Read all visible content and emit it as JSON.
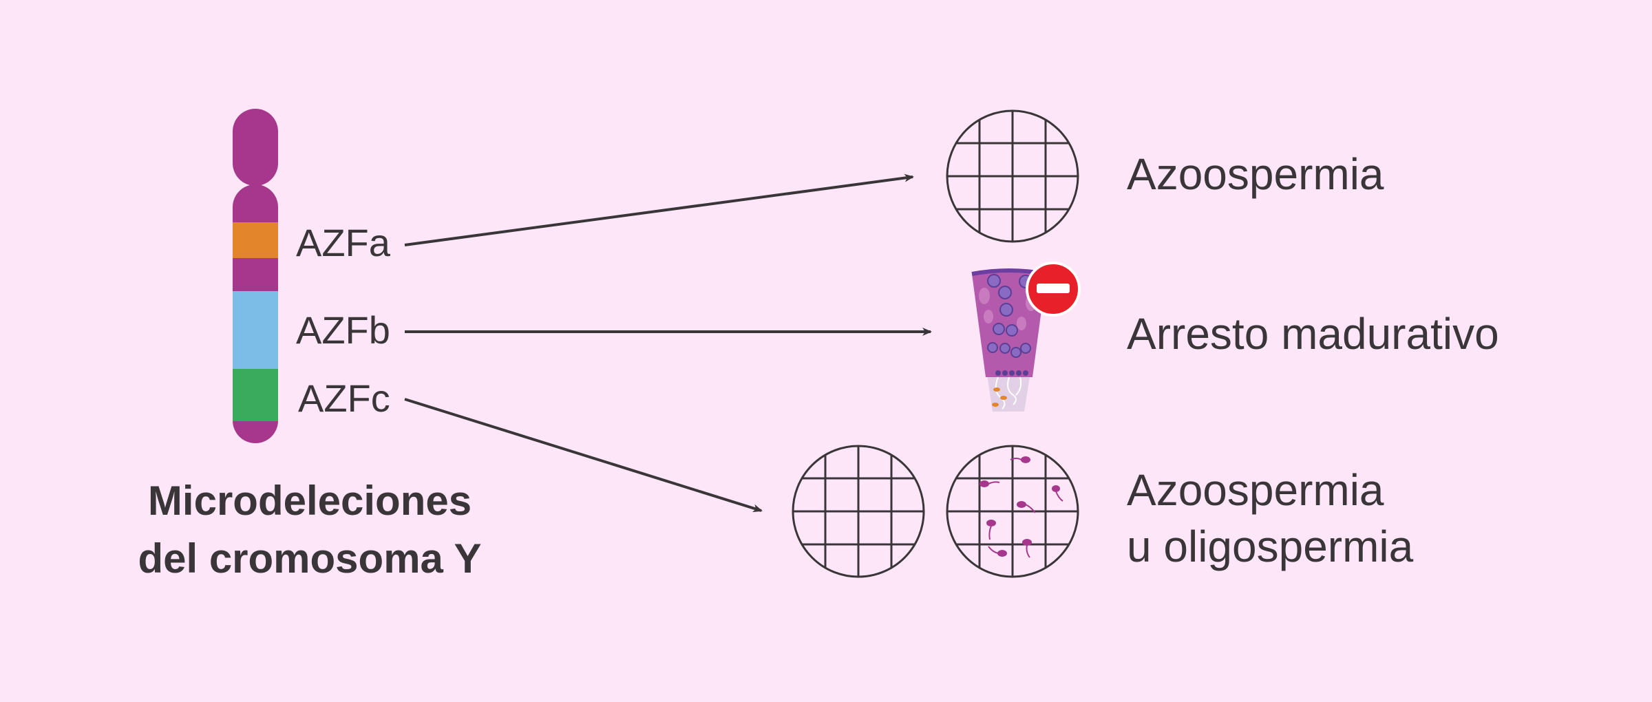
{
  "chromosome": {
    "regions": [
      {
        "label": "AZFa",
        "color": "#e3852b"
      },
      {
        "label": "AZFb",
        "color": "#7bbde6"
      },
      {
        "label": "AZFc",
        "color": "#3aaa5c"
      }
    ],
    "body_color": "#a6378c"
  },
  "caption": {
    "line1": "Microdeleciones",
    "line2": "del cromosoma Y"
  },
  "outcomes": {
    "a": {
      "line1": "Azoospermia"
    },
    "b": {
      "line1": "Arresto madurativo"
    },
    "c": {
      "line1": "Azoospermia",
      "line2": "u oligospermia"
    }
  },
  "colors": {
    "background": "#fde6f8",
    "text": "#3a3539",
    "stop_sign": "#e8202a",
    "tissue": "#b45aac"
  },
  "icons": [
    "chromosome-icon",
    "empty-sample-icon",
    "testicular-tubule-icon",
    "stop-icon",
    "sperm-sample-icon"
  ]
}
